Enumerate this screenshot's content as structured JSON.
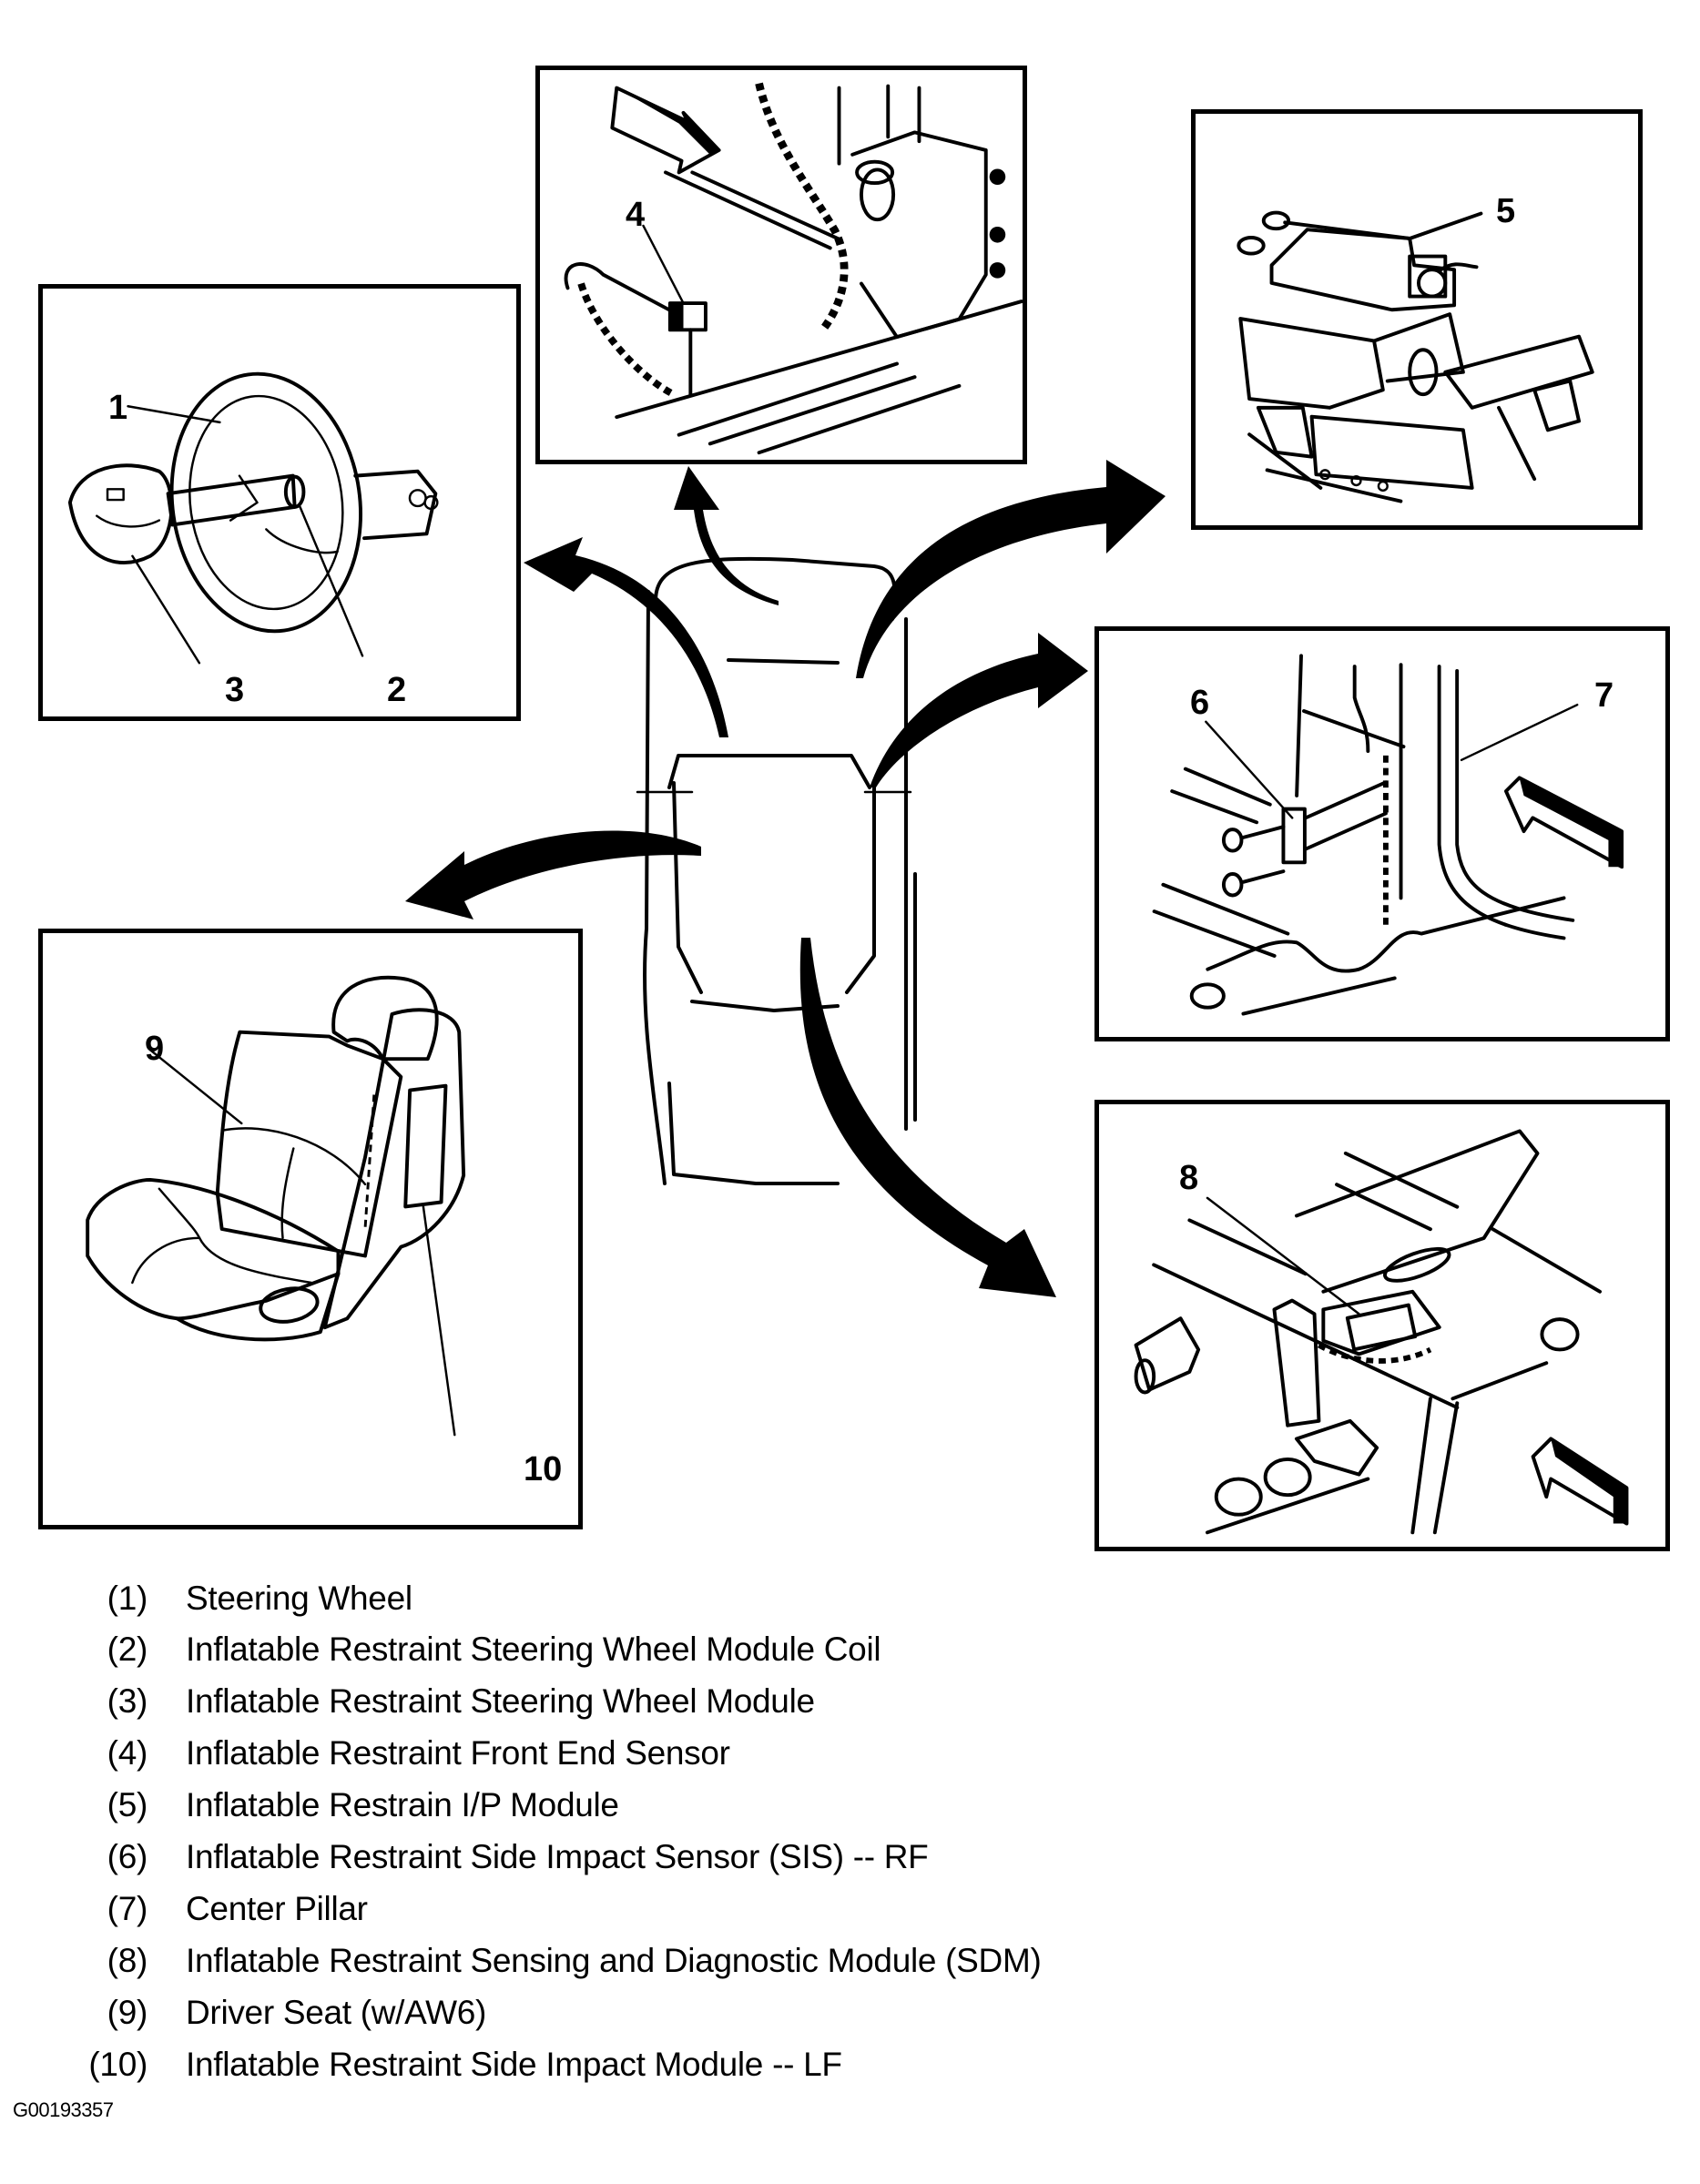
{
  "figure": {
    "id": "G00193357",
    "title": "Inflatable Restraint System Component Locations",
    "panels": [
      {
        "name": "steering-wheel-panel",
        "callouts": [
          "1",
          "2",
          "3"
        ]
      },
      {
        "name": "front-end-sensor-panel",
        "callouts": [
          "4"
        ]
      },
      {
        "name": "ip-module-panel",
        "callouts": [
          "5"
        ]
      },
      {
        "name": "side-impact-sensor-panel",
        "callouts": [
          "6",
          "7"
        ]
      },
      {
        "name": "sdm-panel",
        "callouts": [
          "8"
        ]
      },
      {
        "name": "driver-seat-panel",
        "callouts": [
          "9",
          "10"
        ]
      }
    ]
  },
  "legend": [
    {
      "num": "(1)",
      "text": "Steering Wheel"
    },
    {
      "num": "(2)",
      "text": "Inflatable Restraint Steering Wheel Module Coil"
    },
    {
      "num": "(3)",
      "text": "Inflatable Restraint Steering Wheel Module"
    },
    {
      "num": "(4)",
      "text": "Inflatable Restraint Front End Sensor"
    },
    {
      "num": "(5)",
      "text": "Inflatable Restrain I/P Module"
    },
    {
      "num": "(6)",
      "text": "Inflatable Restraint Side Impact Sensor (SIS) -- RF"
    },
    {
      "num": "(7)",
      "text": "Center Pillar"
    },
    {
      "num": "(8)",
      "text": "Inflatable Restraint Sensing and Diagnostic Module (SDM)"
    },
    {
      "num": "(9)",
      "text": "Driver Seat (w/AW6)"
    },
    {
      "num": "(10)",
      "text": "Inflatable Restraint Side Impact Module -- LF"
    }
  ],
  "colors": {
    "ink": "#000000",
    "paper": "#ffffff"
  }
}
